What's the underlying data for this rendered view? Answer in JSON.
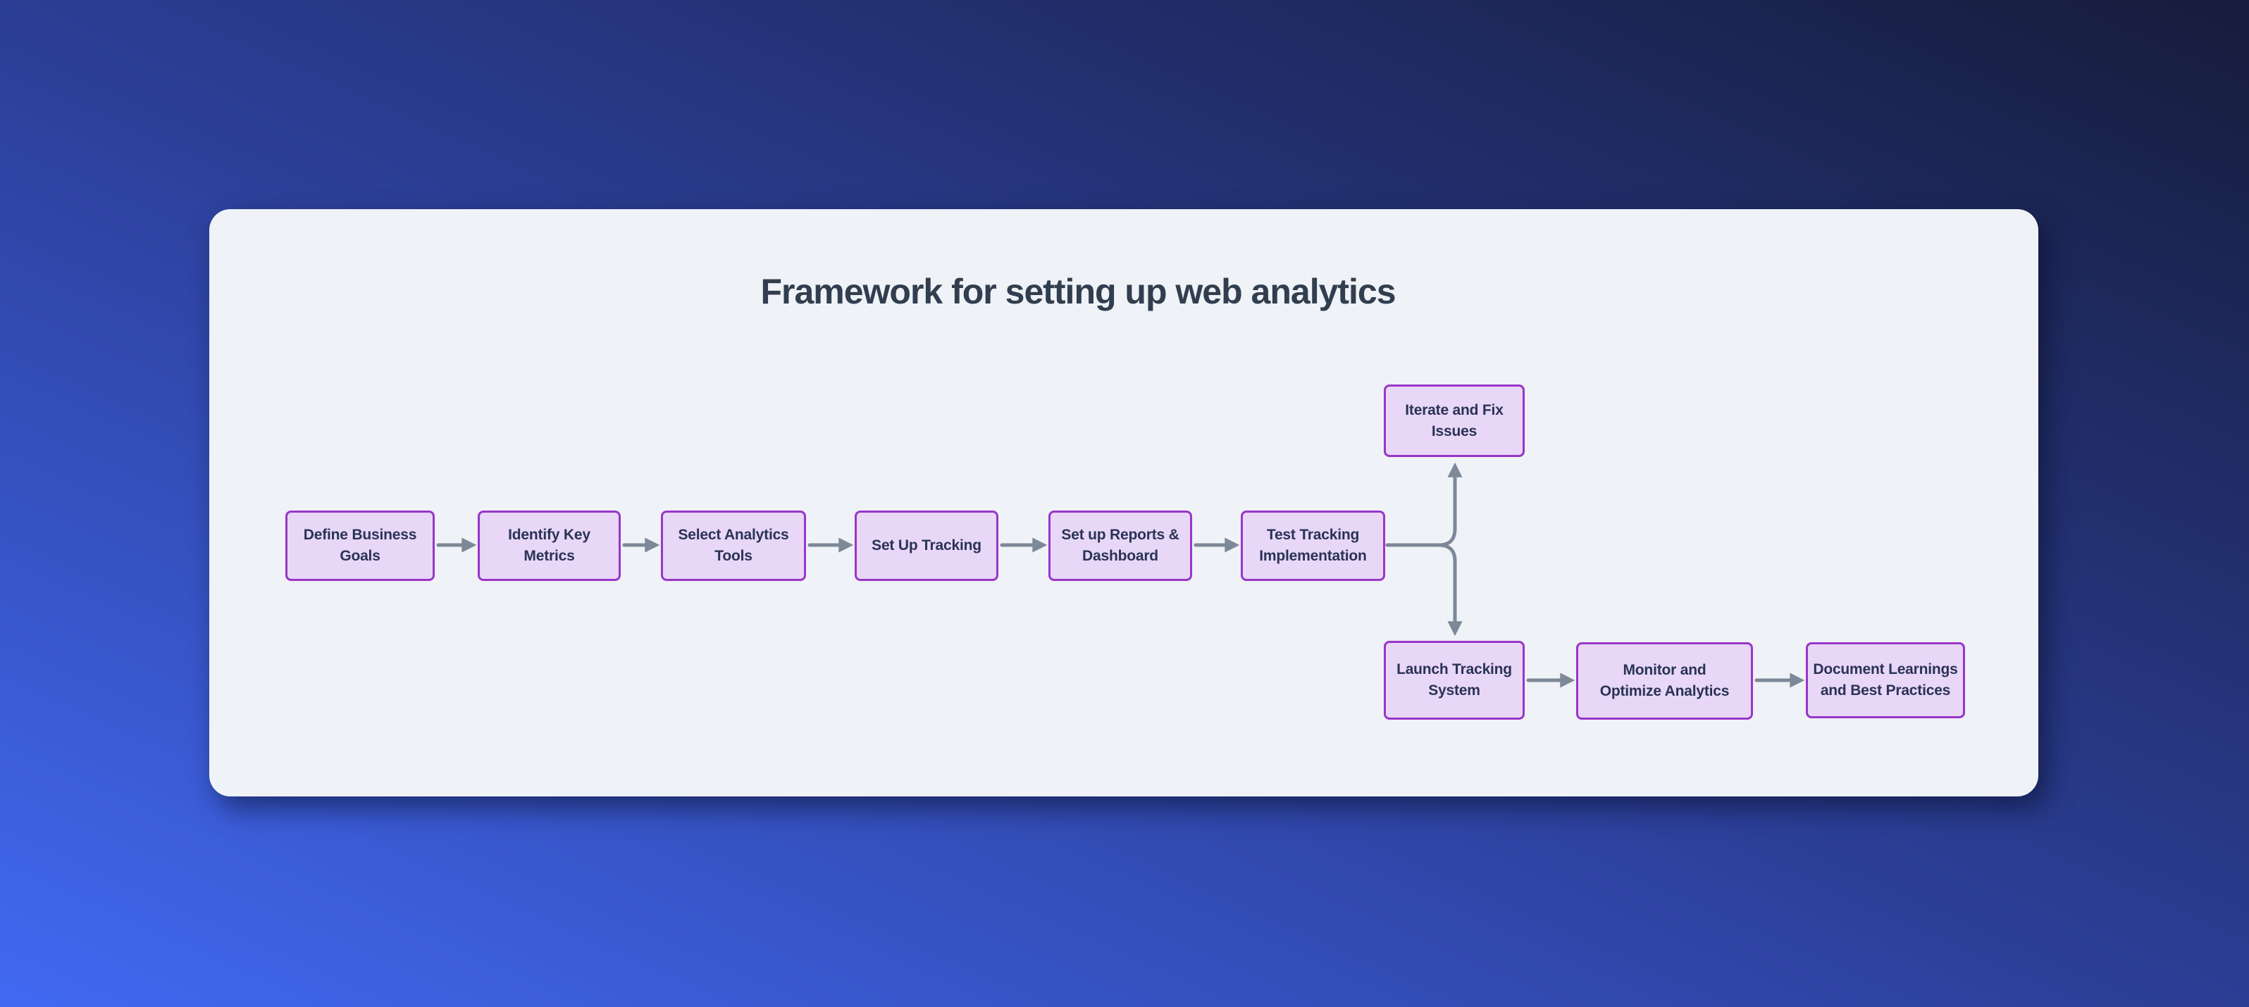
{
  "title": "Framework for setting up web analytics",
  "diagram": {
    "type": "flowchart",
    "nodes": [
      {
        "id": "define-business-goals",
        "label": "Define Business\nGoals"
      },
      {
        "id": "identify-key-metrics",
        "label": "Identify Key\nMetrics"
      },
      {
        "id": "select-analytics-tools",
        "label": "Select Analytics\nTools"
      },
      {
        "id": "set-up-tracking",
        "label": "Set Up Tracking"
      },
      {
        "id": "set-up-reports-dashboard",
        "label": "Set up Reports &\nDashboard"
      },
      {
        "id": "test-tracking-implementation",
        "label": "Test Tracking\nImplementation"
      },
      {
        "id": "iterate-and-fix-issues",
        "label": "Iterate and Fix\nIssues"
      },
      {
        "id": "launch-tracking-system",
        "label": "Launch Tracking\nSystem"
      },
      {
        "id": "monitor-and-optimize-analytics",
        "label": "Monitor and\nOptimize Analytics"
      },
      {
        "id": "document-learnings-best-practices",
        "label": "Document Learnings\nand Best Practices"
      }
    ],
    "edges": [
      {
        "from": "define-business-goals",
        "to": "identify-key-metrics"
      },
      {
        "from": "identify-key-metrics",
        "to": "select-analytics-tools"
      },
      {
        "from": "select-analytics-tools",
        "to": "set-up-tracking"
      },
      {
        "from": "set-up-tracking",
        "to": "set-up-reports-dashboard"
      },
      {
        "from": "set-up-reports-dashboard",
        "to": "test-tracking-implementation"
      },
      {
        "from": "test-tracking-implementation",
        "to": "iterate-and-fix-issues"
      },
      {
        "from": "test-tracking-implementation",
        "to": "launch-tracking-system"
      },
      {
        "from": "launch-tracking-system",
        "to": "monitor-and-optimize-analytics"
      },
      {
        "from": "monitor-and-optimize-analytics",
        "to": "document-learnings-best-practices"
      }
    ]
  },
  "colors": {
    "background_gradient_start": "#4169f2",
    "background_gradient_end": "#161c3b",
    "card_background": "#eff2f6",
    "node_fill": "#e8d7f7",
    "node_border": "#9936c8",
    "node_text": "#2a3356",
    "title_text": "#313e4f",
    "arrow": "#7d8898"
  }
}
